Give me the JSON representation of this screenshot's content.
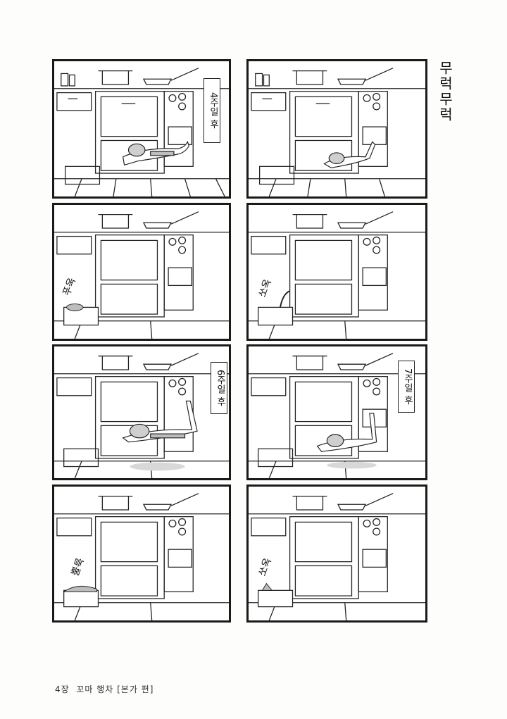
{
  "page_title_vertical": "무럭무럭",
  "footer": "4장  꼬마 행차 [본가 편]",
  "panels": [
    {
      "caption": "4주일 후",
      "sfx": ""
    },
    {
      "caption": "",
      "sfx": ""
    },
    {
      "caption": "",
      "sfx": "푸욱"
    },
    {
      "caption": "",
      "sfx": "쏘옥"
    },
    {
      "caption": "6주일 후",
      "sfx": ""
    },
    {
      "caption": "7주일 후",
      "sfx": ""
    },
    {
      "caption": "",
      "sfx": "뿔룩"
    },
    {
      "caption": "",
      "sfx": "쏘옥"
    }
  ]
}
